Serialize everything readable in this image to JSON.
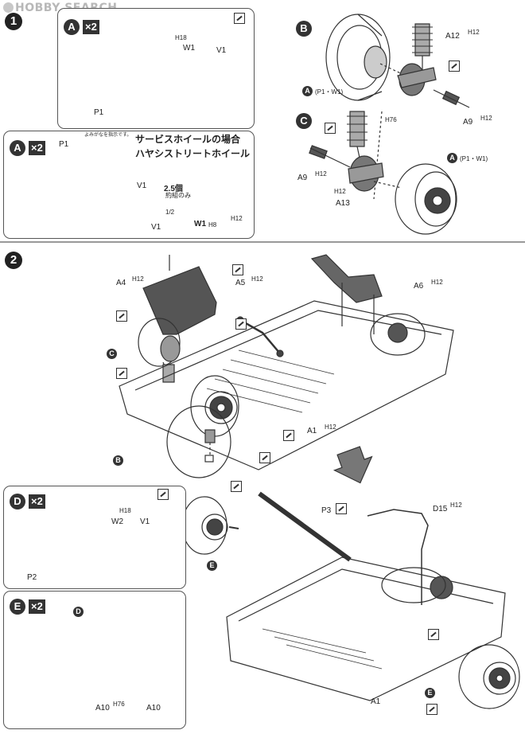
{
  "watermark": "HOBBY SEARCH",
  "steps": [
    "1",
    "2"
  ],
  "step1": {
    "panel_a": {
      "letter": "A",
      "qty": "×2",
      "parts": [
        "H18",
        "W1",
        "V1",
        "P1"
      ]
    },
    "panel_a2": {
      "letter": "A",
      "qty": "×2",
      "title_line1": "サービスホイールの場合",
      "title_line2": "ハヤシストリートホイール",
      "note": "よみがなを指示です。",
      "count_label": "2.5個",
      "count_sub": "約組のみ",
      "frac": "1/2",
      "parts": [
        "P1",
        "V1",
        "V1",
        "W1",
        "H8",
        "H12"
      ]
    },
    "panel_b": {
      "letter": "B",
      "parts": [
        "A12",
        "H12",
        "H76",
        "A9",
        "H12"
      ],
      "ref_letter": "A",
      "ref_text": "(P1・W1)"
    },
    "panel_c": {
      "letter": "C",
      "parts": [
        "A9",
        "H12",
        "H12",
        "A13"
      ],
      "ref_letter": "A",
      "ref_text": "(P1・W1)"
    }
  },
  "step2": {
    "parts": [
      "A4",
      "H12",
      "A5",
      "H12",
      "A6",
      "H12",
      "A1",
      "H12"
    ],
    "sub_refs": [
      "C",
      "B"
    ]
  },
  "step3": {
    "panel_d": {
      "letter": "D",
      "qty": "×2",
      "parts": [
        "H18",
        "W2",
        "V1",
        "P2"
      ]
    },
    "panel_e": {
      "letter": "E",
      "qty": "×2",
      "ref": "D",
      "parts": [
        "A10",
        "H76",
        "A10"
      ]
    },
    "parts": [
      "P3",
      "D15",
      "H12",
      "A1"
    ],
    "sub_refs": [
      "E",
      "E"
    ]
  }
}
